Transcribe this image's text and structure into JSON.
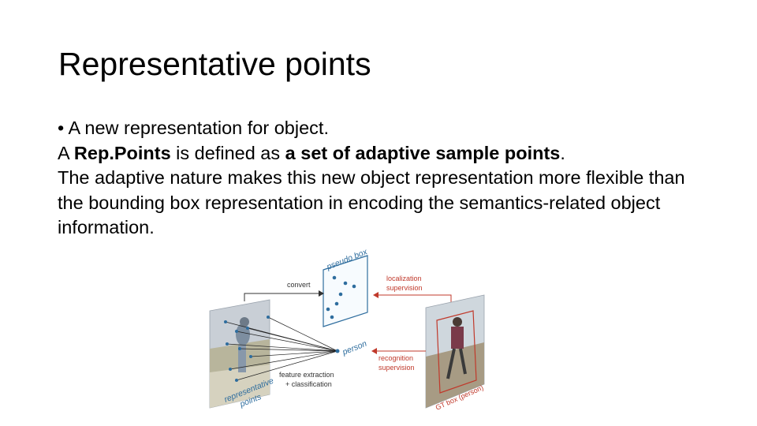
{
  "slide": {
    "title": "Representative points"
  },
  "content": {
    "bullet": "•",
    "bullet_text": "A new representation for object.",
    "line1_a": "A ",
    "line1_b": "Rep.Points",
    "line1_c": " is defined as ",
    "line1_d": "a set of adaptive sample points",
    "line1_e": ".",
    "paragraph": "The adaptive nature makes this new object representation more flexible than the bounding box representation in encoding the semantics-related object information."
  },
  "figure": {
    "pseudo_box": "pseudo box",
    "convert": "convert",
    "localization_1": "localization",
    "localization_2": "supervision",
    "recognition_1": "recognition",
    "recognition_2": "supervision",
    "person": "person",
    "feature_1": "feature extraction",
    "feature_2": "+ classification",
    "rep_1": "representative",
    "rep_2": "points",
    "gt_box": "GT box (person)",
    "colors": {
      "points_blue": "#2e6d9e",
      "supervision_red": "#c0392b"
    }
  }
}
